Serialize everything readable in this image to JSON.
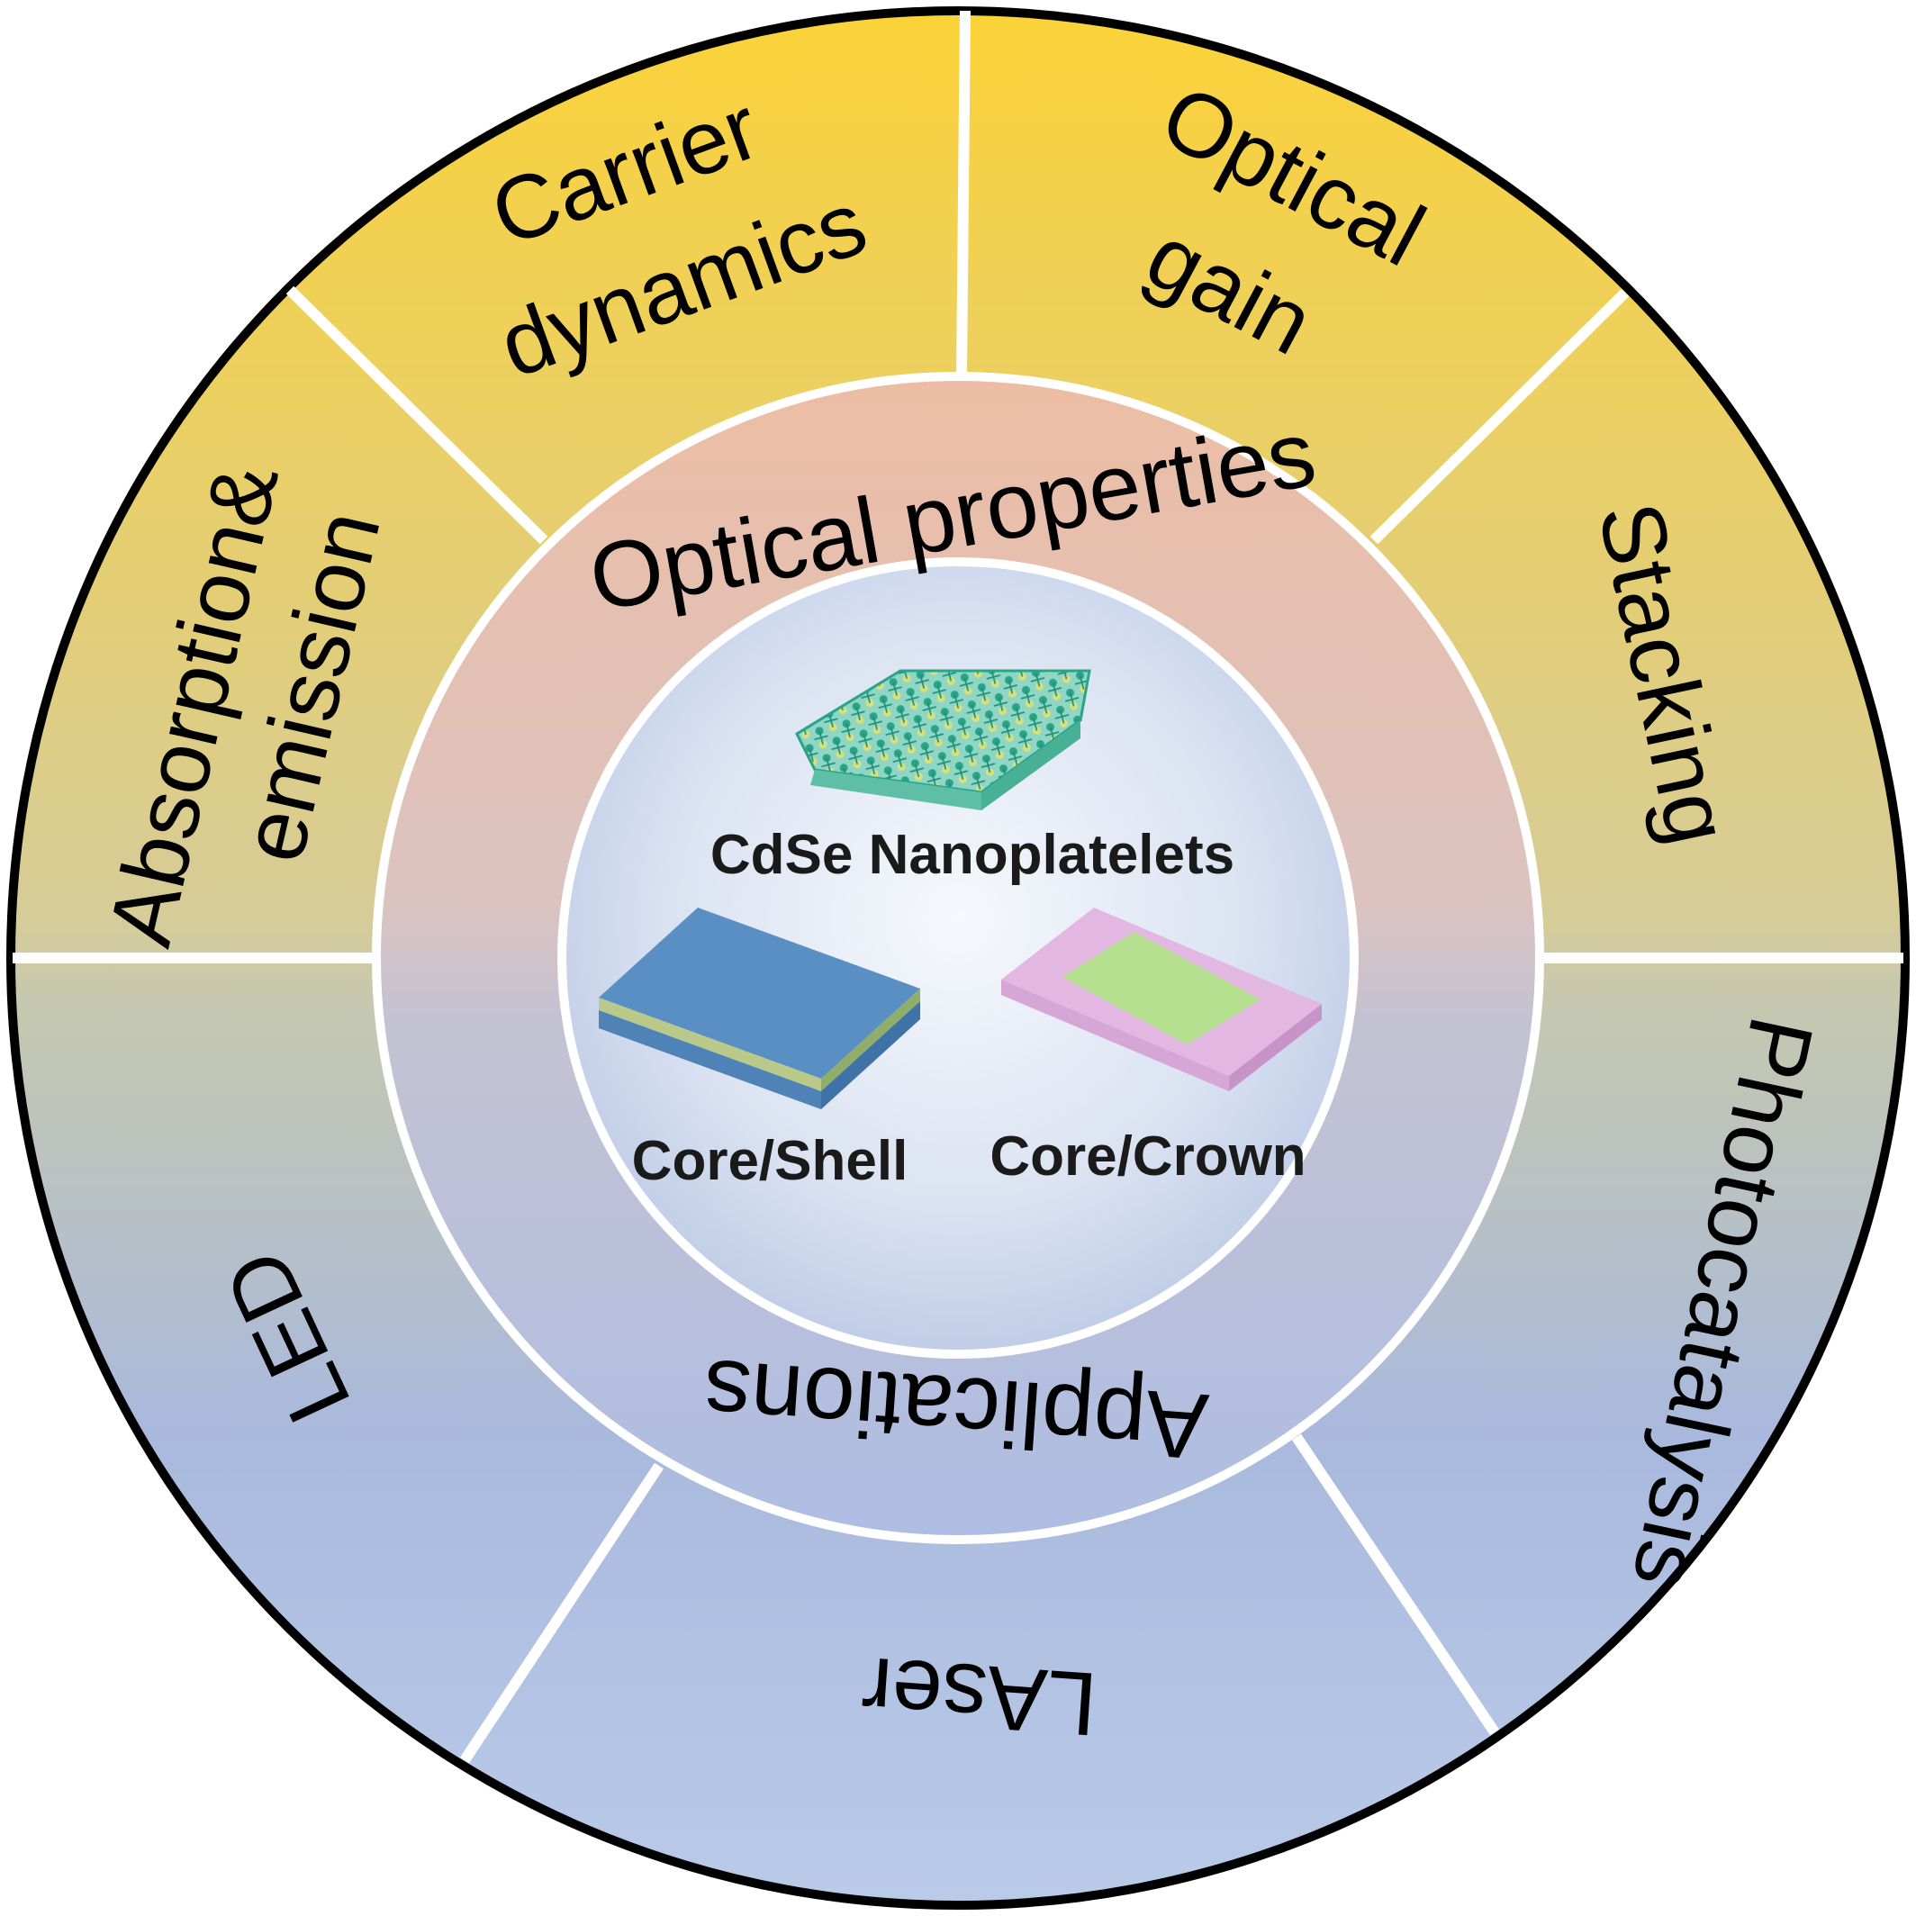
{
  "diagram": {
    "center_title": "CdSe Nanoplatelets",
    "center_structures": [
      {
        "label": "Core/Shell"
      },
      {
        "label": "Core/Crown"
      }
    ],
    "rings": {
      "top": "Optical properties",
      "bottom": "Applications"
    },
    "outer_segments": {
      "absorption": "Absorption&",
      "emission": "emission",
      "carrier": "Carrier",
      "dynamics": "dynamics",
      "optical": "Optical",
      "gain": "gain",
      "stacking": "Stacking",
      "photocatalysis": "Photocatalysis",
      "laser": "LAser",
      "led": "LED"
    },
    "colors": {
      "top_outer": "#e6c660",
      "top_ring": "#e2b9a8",
      "bottom_outer": "#a9b8da",
      "bottom_ring": "#b0bde0",
      "center": "#cdd8ea",
      "divider": "#ffffff",
      "shell_plate": "#5a8fc4",
      "crown_outer": "#e2b8e2",
      "crown_inner": "#b3df8f",
      "lattice": "#2fae8f"
    }
  }
}
